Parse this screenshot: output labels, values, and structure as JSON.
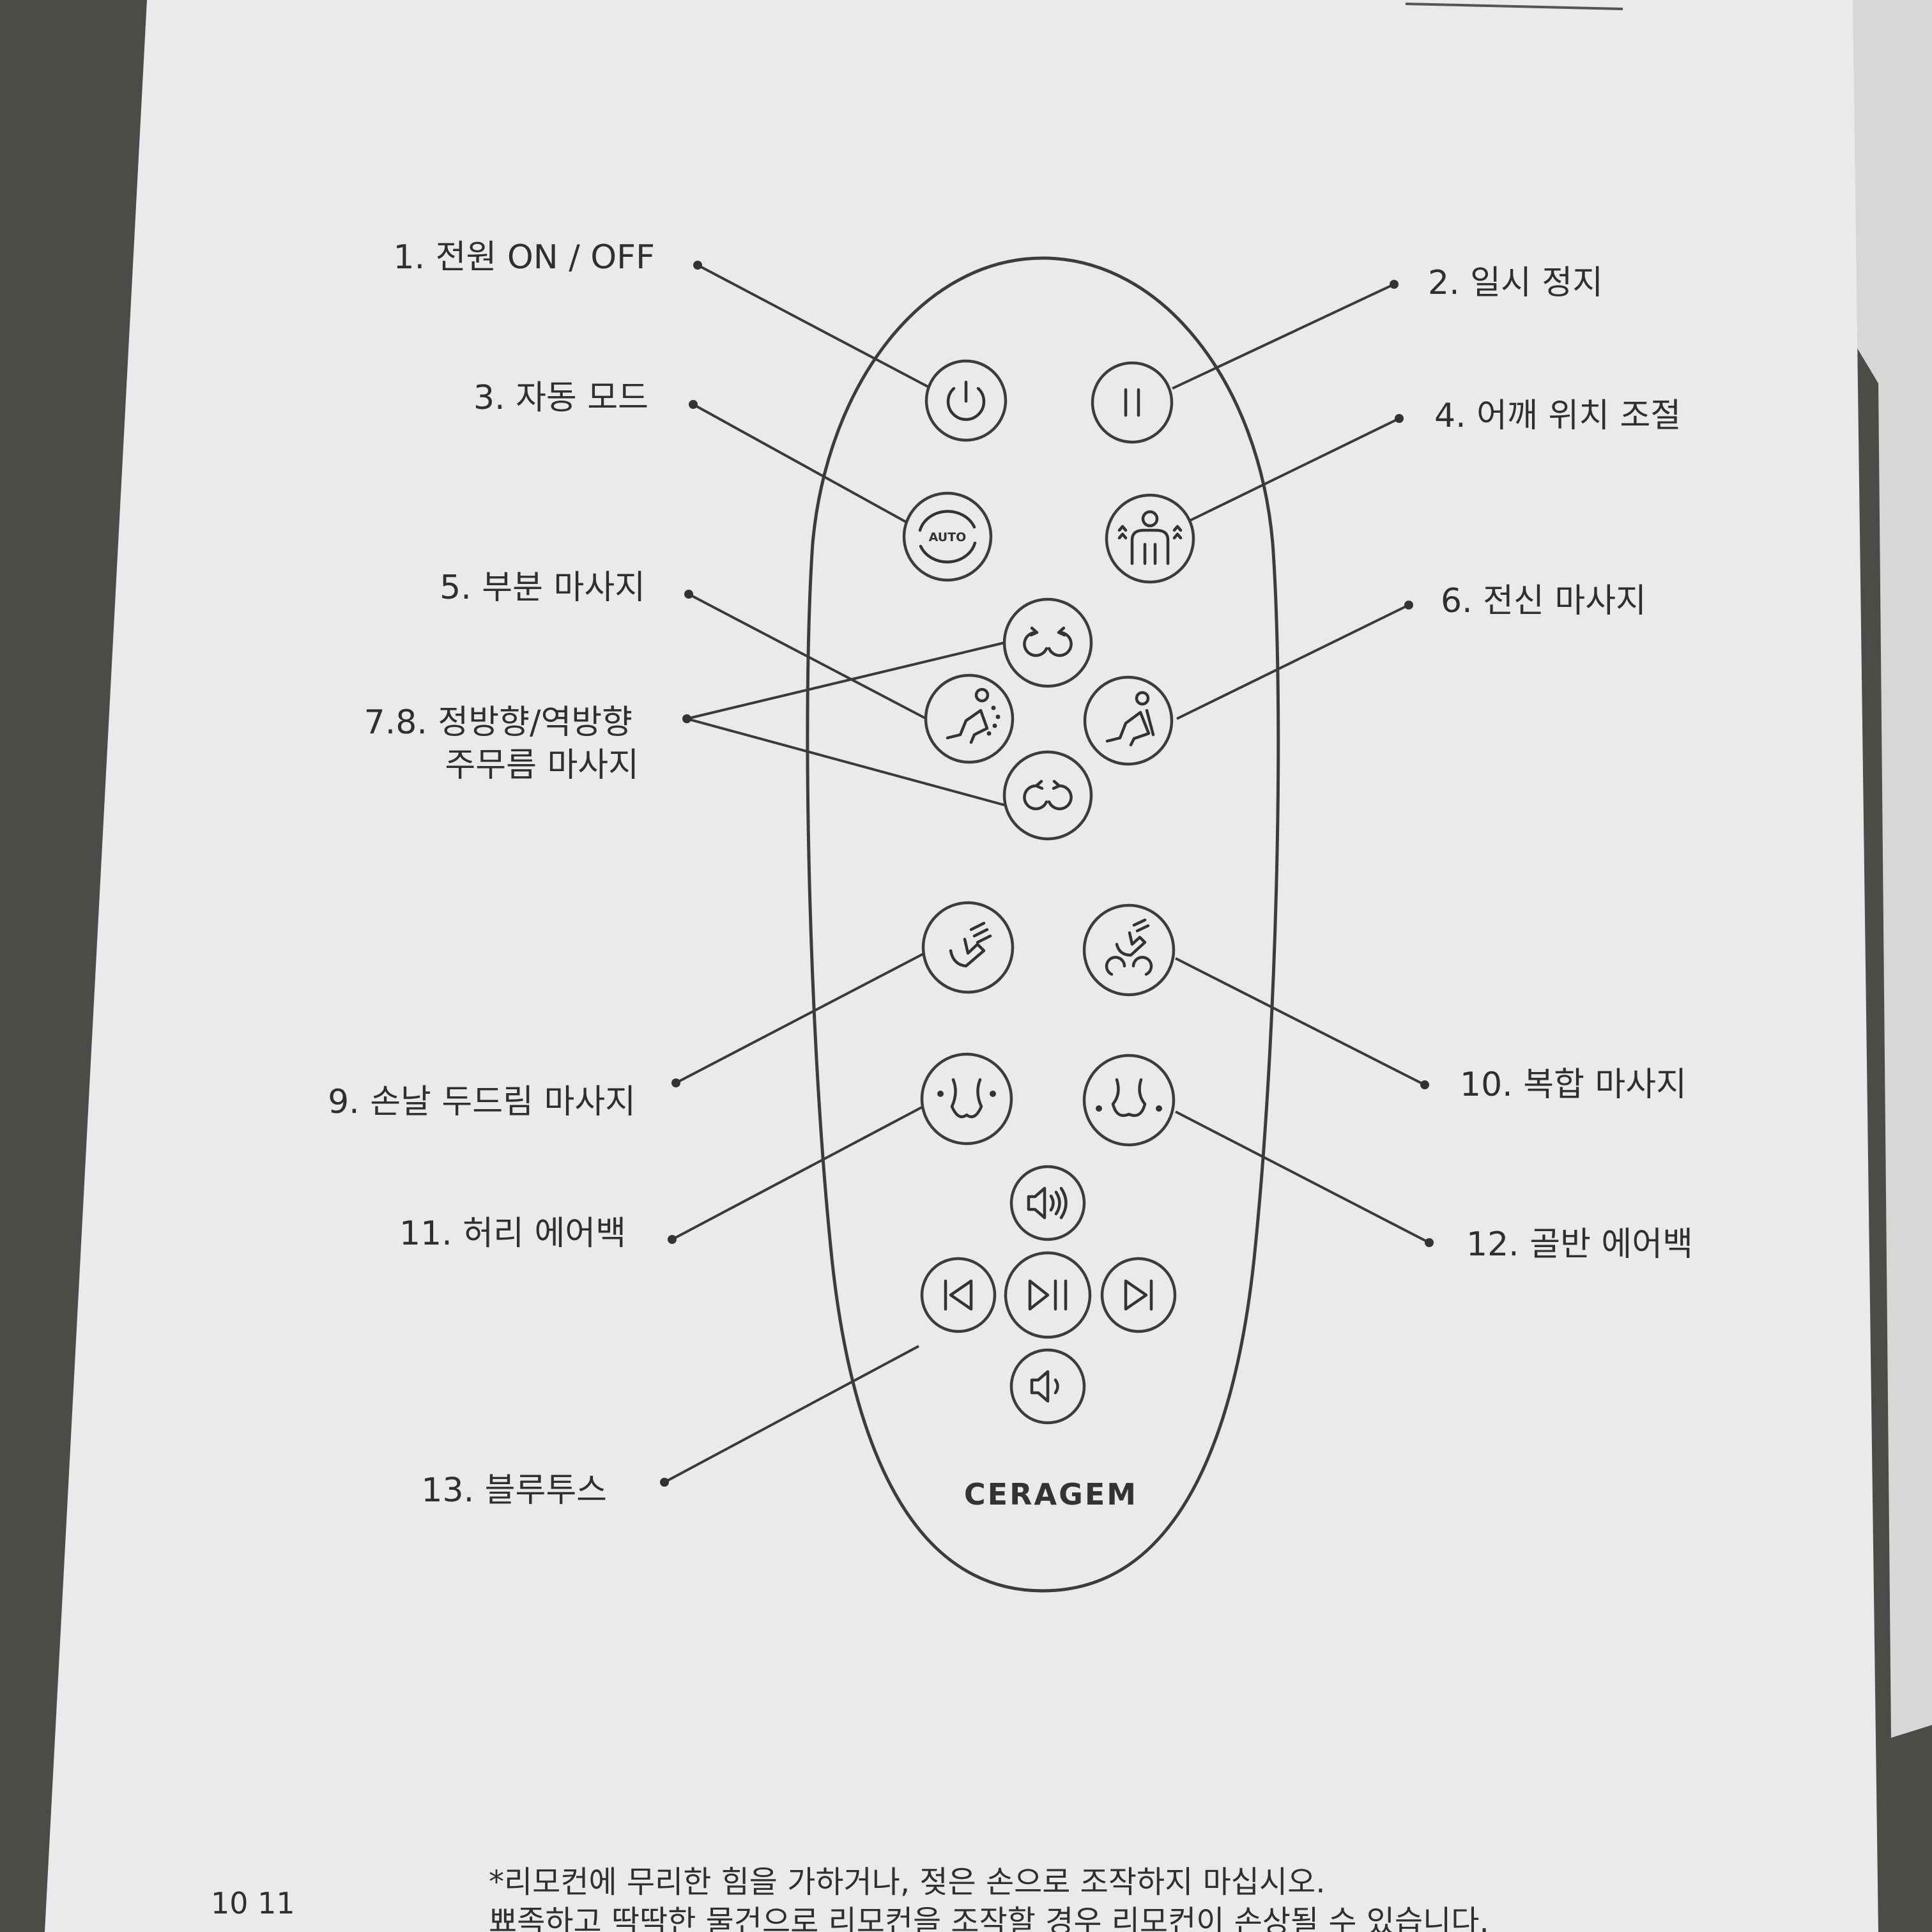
{
  "labels": {
    "l1": "1. 전원 ON / OFF",
    "l2": "2. 일시 정지",
    "l3": "3. 자동 모드",
    "l4": "4. 어깨 위치 조절",
    "l5": "5. 부분 마사지",
    "l6": "6. 전신 마사지",
    "l78a": "7.8. 정방향/역방향",
    "l78b": "주무름 마사지",
    "l9": "9. 손날 두드림 마사지",
    "l10": "10. 복합 마사지",
    "l11": "11. 허리 에어백",
    "l12": "12. 골반 에어백",
    "l13": "13. 블루투스"
  },
  "remote": {
    "brand": "CERAGEM",
    "auto_text": "AUTO"
  },
  "footer": {
    "page_numbers": "10 11",
    "note_line1": "*리모컨에 무리한 힘을 가하거나, 젖은 손으로 조작하지 마십시오.",
    "note_line2": "뾰족하고 딱딱한 물건으로 리모컨을 조작할 경우 리모컨이 손상될 수 있습니다."
  },
  "colors": {
    "paper": "#e9eaeb",
    "ink": "#333333"
  },
  "icons": [
    "power-icon",
    "pause-icon",
    "auto-mode-icon",
    "shoulder-adjust-icon",
    "partial-massage-icon",
    "full-body-massage-icon",
    "kneading-forward-icon",
    "kneading-reverse-icon",
    "hand-tapping-icon",
    "combination-massage-icon",
    "waist-airbag-icon",
    "pelvis-airbag-icon",
    "volume-up-icon",
    "previous-track-icon",
    "play-pause-icon",
    "next-track-icon",
    "volume-down-icon"
  ]
}
